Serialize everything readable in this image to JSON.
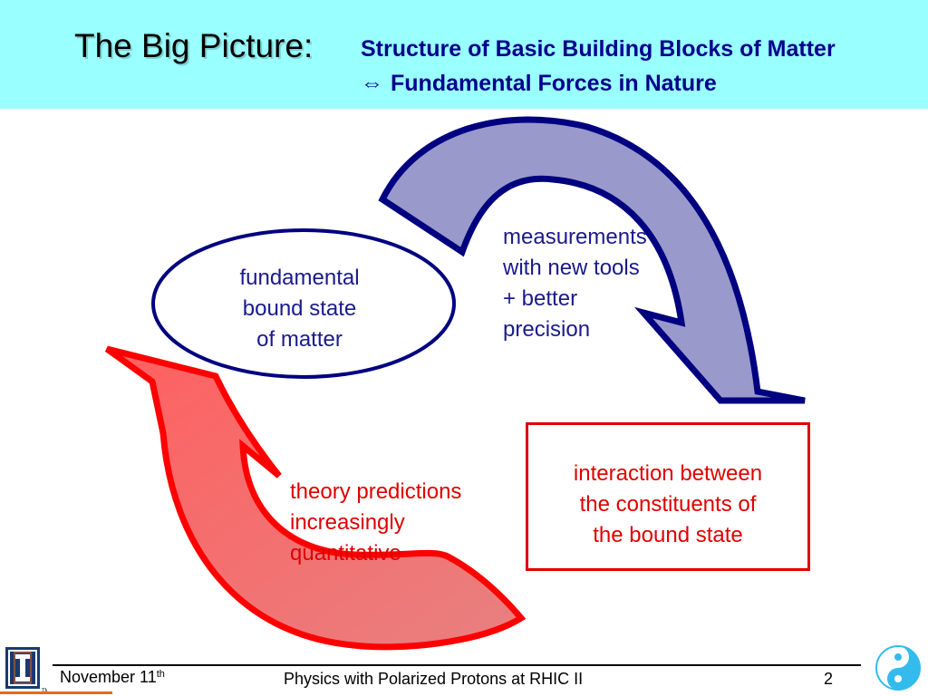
{
  "header": {
    "title": "The Big Picture:",
    "subtitle_line1": "Structure of Basic Building Blocks of Matter",
    "subtitle_arrow": "⇔",
    "subtitle_line2": "Fundamental Forces in Nature"
  },
  "diagram": {
    "ellipse_lines": [
      "fundamental",
      "bound state",
      "of matter"
    ],
    "measurements_lines": [
      "measurements",
      "with new tools",
      "+ better",
      "precision"
    ],
    "box_lines": [
      "interaction between",
      "the constituents of",
      "the bound state"
    ],
    "theory_lines": [
      "theory predictions",
      "increasingly",
      "quantitative"
    ],
    "colors": {
      "blue_fill": "#9999cc",
      "blue_stroke": "#000080",
      "red_fill": "#ff7070",
      "red_stroke": "#ff0000",
      "text_blue": "#1a1a8c",
      "text_red": "#e00000",
      "header_bg": "#99ffff"
    }
  },
  "footer": {
    "date": "November 11",
    "date_sup": "th",
    "center": "Physics with Polarized Protons at RHIC II",
    "page": "2",
    "logo_left_icon": "university-of-illinois-logo-icon",
    "logo_right_icon": "yin-yang-logo-icon"
  }
}
